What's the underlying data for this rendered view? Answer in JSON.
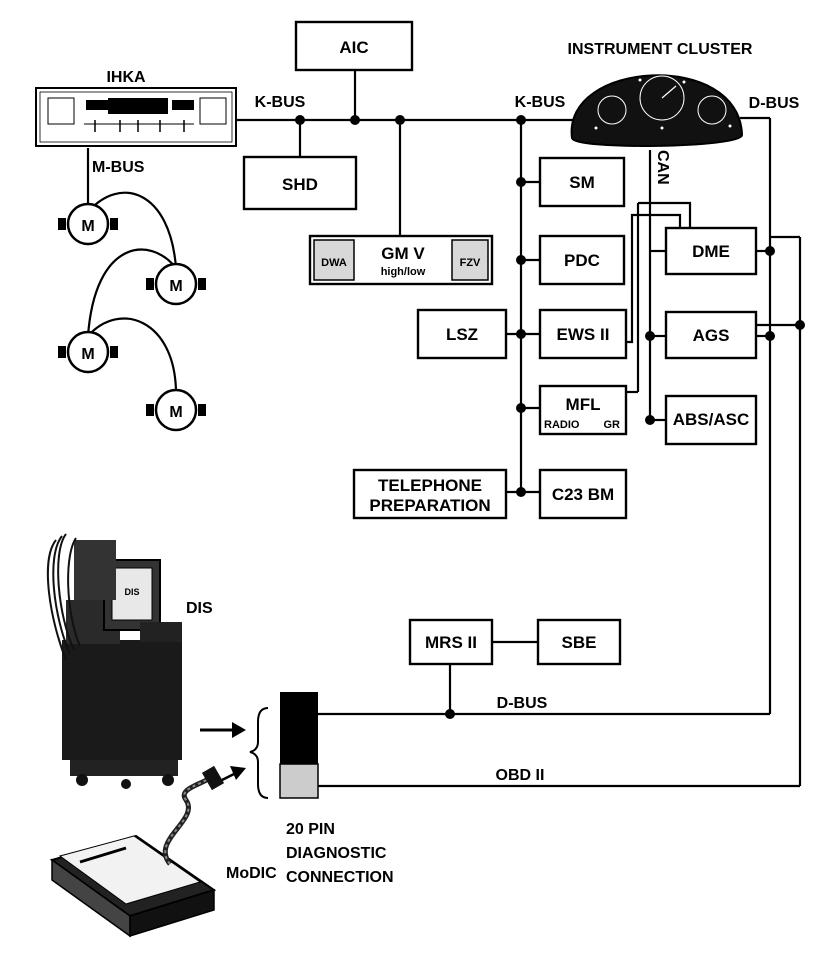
{
  "labels": {
    "ihka": "IHKA",
    "k_bus_left": "K-BUS",
    "k_bus_right": "K-BUS",
    "m_bus": "M-BUS",
    "d_bus_top": "D-BUS",
    "d_bus_bottom": "D-BUS",
    "can": "CAN",
    "obd": "OBD II",
    "instrument_cluster": "INSTRUMENT CLUSTER",
    "dis": "DIS",
    "modic": "MoDIC",
    "diag_line1": "20 PIN",
    "diag_line2": "DIAGNOSTIC",
    "diag_line3": "CONNECTION",
    "dis_screen": "DIS"
  },
  "modules": {
    "aic": "AIC",
    "shd": "SHD",
    "dwa": "DWA",
    "gmv": "GM V",
    "gmv_sub": "high/low",
    "fzv": "FZV",
    "sm": "SM",
    "pdc": "PDC",
    "lsz": "LSZ",
    "ews": "EWS II",
    "mfl": "MFL",
    "mfl_radio": "RADIO",
    "mfl_gr": "GR",
    "telephone_1": "TELEPHONE",
    "telephone_2": "PREPARATION",
    "c23": "C23 BM",
    "dme": "DME",
    "ags": "AGS",
    "abs": "ABS/ASC",
    "mrs": "MRS II",
    "sbe": "SBE"
  },
  "motors": [
    "M",
    "M",
    "M",
    "M"
  ]
}
